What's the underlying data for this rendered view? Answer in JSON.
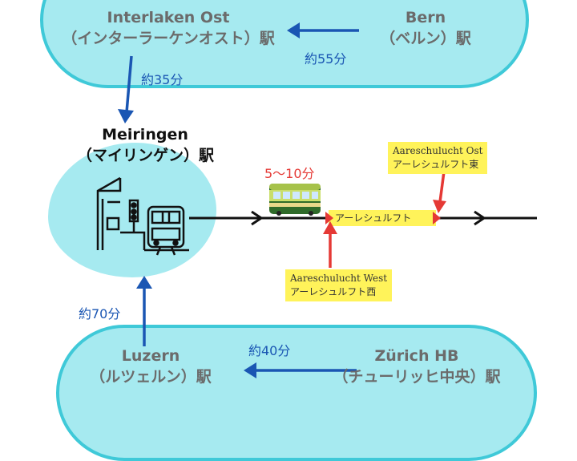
{
  "stations": {
    "interlaken": {
      "en": "Interlaken Ost",
      "jp": "（インターラーケンオスト）駅"
    },
    "bern": {
      "en": "Bern",
      "jp": "（ベルン）駅"
    },
    "meiringen": {
      "en": "Meiringen",
      "jp": "（マイリンゲン）駅"
    },
    "luzern": {
      "en": "Luzern",
      "jp": "（ルツェルン）駅"
    },
    "zurich": {
      "en": "Zürich HB",
      "jp": "（チューリッヒ中央）駅"
    }
  },
  "times": {
    "bern_to_interlaken": "約55分",
    "interlaken_to_meiringen": "約35分",
    "luzern_to_meiringen": "約70分",
    "zurich_to_luzern": "約40分",
    "meiringen_to_aareschlucht": "5〜10分"
  },
  "stops": {
    "ost_en": "Aareschulucht Ost",
    "ost_jp": "アーレシュルフト東",
    "west_en": "Aareschulucht West",
    "west_jp": "アーレシュルフト西",
    "middle_label": "アーレシュルフト"
  },
  "icons": {
    "train": "train-icon",
    "station": "station-building-icon",
    "arrow_blue": "arrow-icon",
    "arrow_red": "pointer-arrow-icon"
  },
  "colors": {
    "pill_fill": "#a6eaf0",
    "pill_border": "#3fc9d8",
    "blue_arrow": "#1a56b3",
    "red_arrow": "#e53935",
    "highlight": "#fff35a"
  }
}
